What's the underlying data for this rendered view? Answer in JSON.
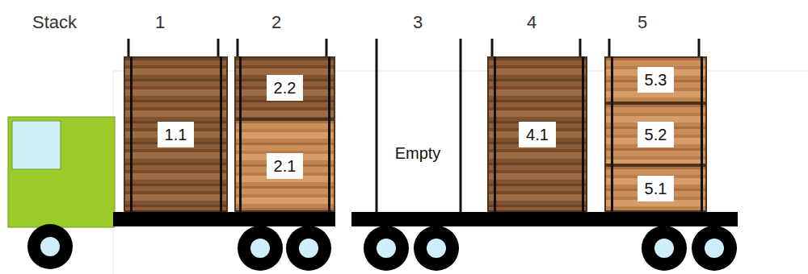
{
  "diagram": {
    "nodes": [
      {
        "text": [
          "1.1"
        ]
      },
      {
        "text": [
          "2.2"
        ]
      },
      {
        "text": [
          "2.1"
        ]
      },
      {
        "text": [
          "4.1"
        ]
      },
      {
        "text": [
          "5.3"
        ]
      },
      {
        "text": [
          "5.2"
        ]
      },
      {
        "text": [
          "5.1"
        ]
      }
    ],
    "labels": [
      "Stack",
      "1",
      "2",
      "3",
      "4",
      "5",
      "Empty"
    ]
  }
}
